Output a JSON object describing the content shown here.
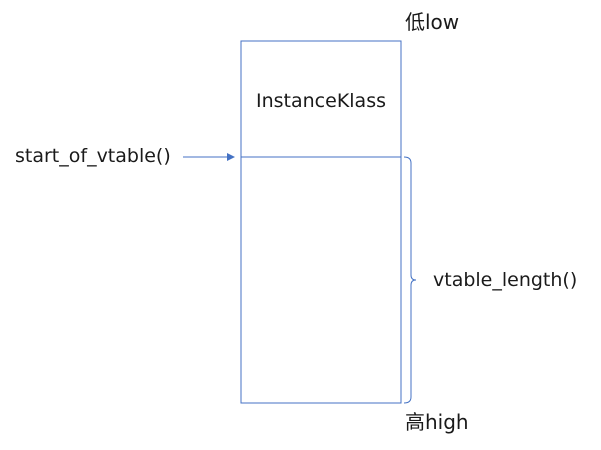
{
  "labels": {
    "low": "低low",
    "high": "高high",
    "instance_klass": "InstanceKlass",
    "start_of_vtable": "start_of_vtable()",
    "vtable_length": "vtable_length()"
  },
  "colors": {
    "box_stroke": "#4472c4",
    "arrow": "#4472c4",
    "text": "#1a1a1a"
  }
}
